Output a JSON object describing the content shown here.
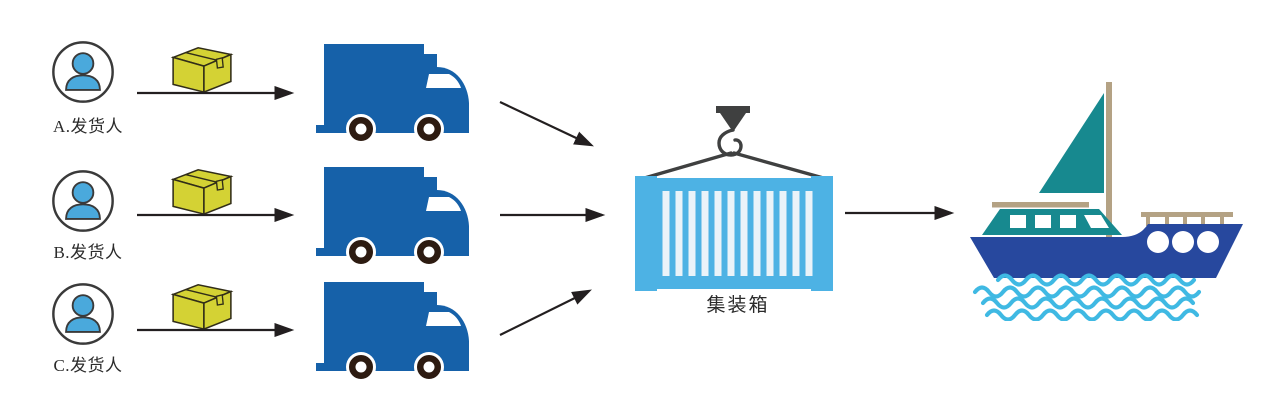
{
  "diagram": {
    "senders": [
      {
        "label": "A.发货人",
        "icon": "person-icon",
        "cargo_icon": "package-icon",
        "vehicle_icon": "truck-icon"
      },
      {
        "label": "B.发货人",
        "icon": "person-icon",
        "cargo_icon": "package-icon",
        "vehicle_icon": "truck-icon"
      },
      {
        "label": "C.发货人",
        "icon": "person-icon",
        "cargo_icon": "package-icon",
        "vehicle_icon": "truck-icon"
      }
    ],
    "container": {
      "label": "集装箱",
      "icon": "container-icon",
      "hoist_icon": "crane-hook-icon"
    },
    "ship": {
      "icon": "cargo-ship-icon"
    }
  },
  "colors": {
    "background": "#ffffff",
    "outline": "#3a3a3a",
    "arrow": "#231f20",
    "text": "#2b2b2b",
    "person-blue": "#4aa9dc",
    "box-yellow": "#d4d234",
    "box-outline": "#312d18",
    "truck-blue": "#1661a9",
    "wheel-dark": "#2d1b11",
    "container-blue": "#4db2e4",
    "container-stripe": "#eaf3f9",
    "hook-gray": "#3f4040",
    "hull-blue": "#27489e",
    "teal": "#17898f",
    "tan": "#b4a284",
    "wave-blue": "#3fb9e3"
  }
}
